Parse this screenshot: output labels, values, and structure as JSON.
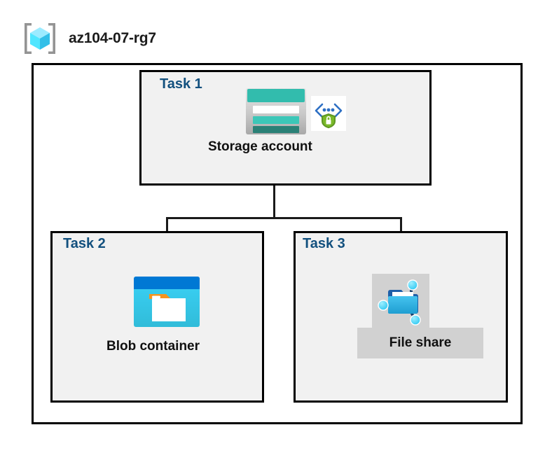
{
  "diagram": {
    "resource_group": {
      "name": "az104-07-rg7",
      "icon": "resource-group-icon"
    },
    "tasks": [
      {
        "id": "task1",
        "label": "Task 1",
        "node_label": "Storage account",
        "icons": [
          "storage-account-icon",
          "private-endpoint-shield-icon"
        ]
      },
      {
        "id": "task2",
        "label": "Task 2",
        "node_label": "Blob container",
        "icons": [
          "blob-container-icon"
        ]
      },
      {
        "id": "task3",
        "label": "Task 3",
        "node_label": "File share",
        "icons": [
          "file-share-icon"
        ]
      }
    ],
    "connectors": [
      {
        "from": "task1",
        "to": "task2"
      },
      {
        "from": "task1",
        "to": "task3"
      }
    ],
    "colors": {
      "task_label": "#12507e",
      "node_label": "#111111",
      "box_border": "#000000",
      "box_fill": "#f1f1f1",
      "canvas": "#ffffff",
      "connector": "#1a1a1a",
      "highlight_gray": "#d1d1d1",
      "storage_teal": "#32bcad",
      "blob_blue": "#0078d4",
      "blob_cyan": "#32c5f4",
      "blob_orange": "#f7941e",
      "shield_green": "#5e9624",
      "fileshare_blue": "#31b4e8",
      "resource_group_cyan": "#50e6ff"
    }
  }
}
